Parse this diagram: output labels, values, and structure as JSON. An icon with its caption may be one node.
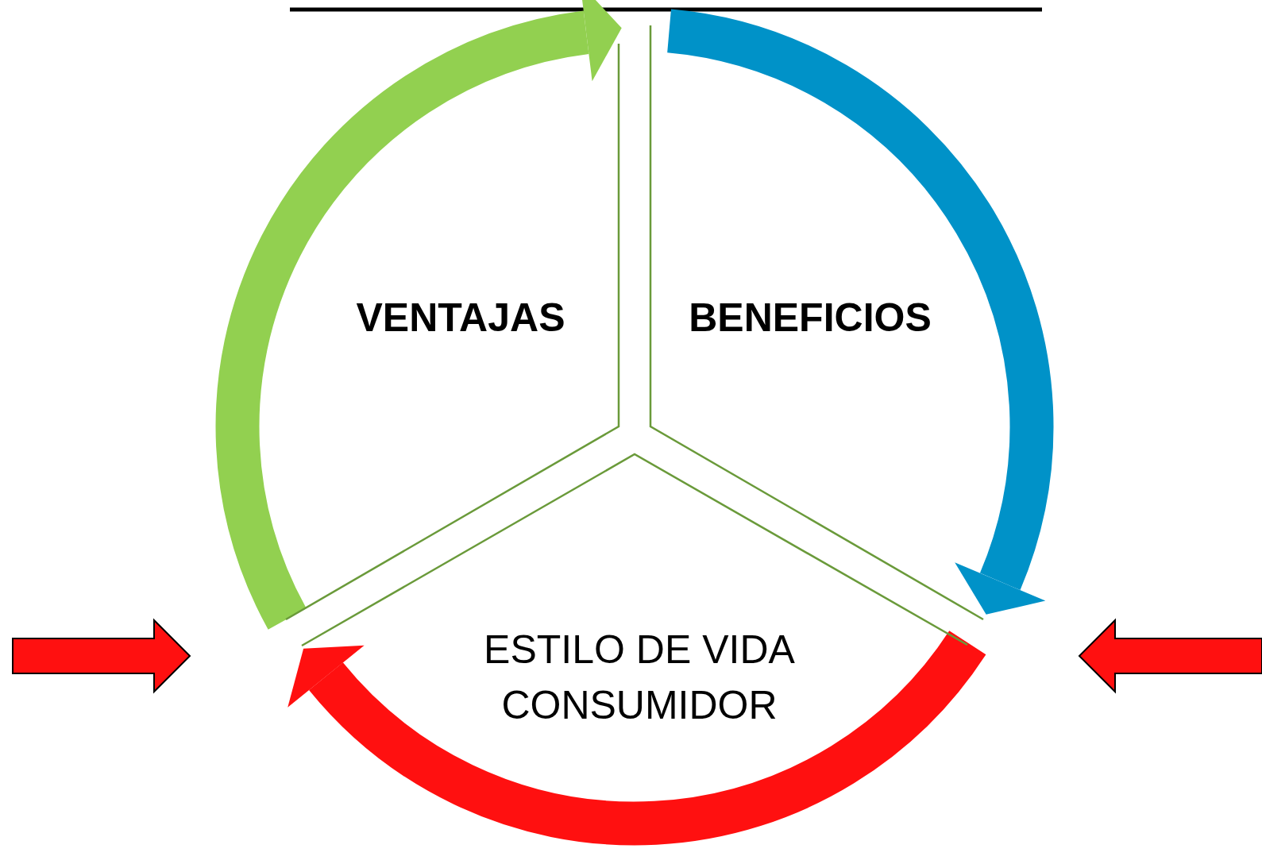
{
  "diagram": {
    "nodes": [
      {
        "text": [
          "VENTAJAS"
        ]
      },
      {
        "text": [
          "BENEFICIOS"
        ]
      },
      {
        "text": [
          "ESTILO DE VIDA CONSUMIDOR"
        ]
      }
    ],
    "edges": [
      {
        "from": 0,
        "to": 1,
        "arrow": "to",
        "color": "#92d050"
      },
      {
        "from": 1,
        "to": 2,
        "arrow": "to",
        "color": "#0092c8"
      },
      {
        "from": 2,
        "to": 0,
        "arrow": "to",
        "color": "#ff1010"
      }
    ]
  }
}
